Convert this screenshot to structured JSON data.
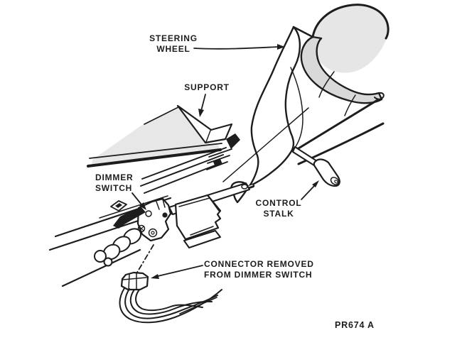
{
  "figure": {
    "type": "service-manual-illustration",
    "subject": "steering column dimmer switch removal",
    "background_color": "#ffffff",
    "ink_color": "#1d1d1d",
    "shade_color": "#e6e6e6",
    "rim_shade_color": "#d9d9d9",
    "code": "PR674 A",
    "labels": {
      "steering_wheel": "STEERING\nWHEEL",
      "support": "SUPPORT",
      "dimmer_switch": "DIMMER\nSWITCH",
      "control_stalk": "CONTROL\nSTALK",
      "connector_removed": "CONNECTOR REMOVED\nFROM DIMMER SWITCH"
    }
  }
}
